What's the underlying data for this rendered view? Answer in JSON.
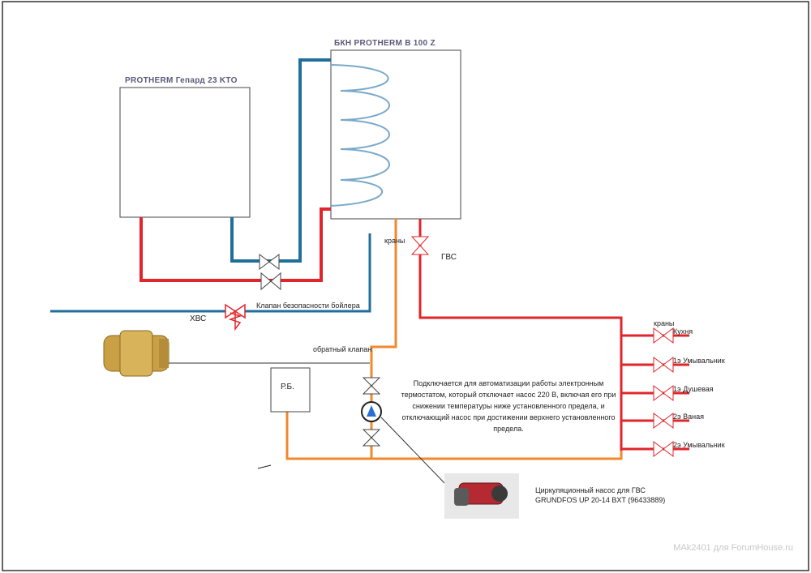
{
  "boiler": {
    "title": "PROTHERM Гепард 23 KTO"
  },
  "tank": {
    "title": "БКН PROTHERM B 100 Z"
  },
  "labels": {
    "kraný_top": "краны",
    "gvs": "ГВС",
    "hvs": "ХВС",
    "safety_valve": "Клапан безопасности бойлера",
    "check_valve": "обратный клапан",
    "expansion_tank": "Р.Б.",
    "kraný_right": "краны",
    "pump_caption_line1": "Циркуляционный насос для ГВС",
    "pump_caption_line2": "GRUNDFOS UP 20-14 BXT (96433889)"
  },
  "description": "Подключается для автоматизации работы электронным термостатом, который отключает насос 220 В, включая его при снижении температуры ниже установленного предела, и отключающий насос при достижении верхнего установленного предела.",
  "outlets": [
    {
      "label": "Кухня"
    },
    {
      "label": "1э Умывальник"
    },
    {
      "label": "1э Душевая"
    },
    {
      "label": "2э Ваная"
    },
    {
      "label": "2э Умывальник"
    }
  ],
  "watermark": "MAk2401 для ForumHouse.ru",
  "colors": {
    "hot": "#e0262b",
    "cold": "#1f6f9a",
    "circ": "#f0892e",
    "line": "#444444"
  }
}
